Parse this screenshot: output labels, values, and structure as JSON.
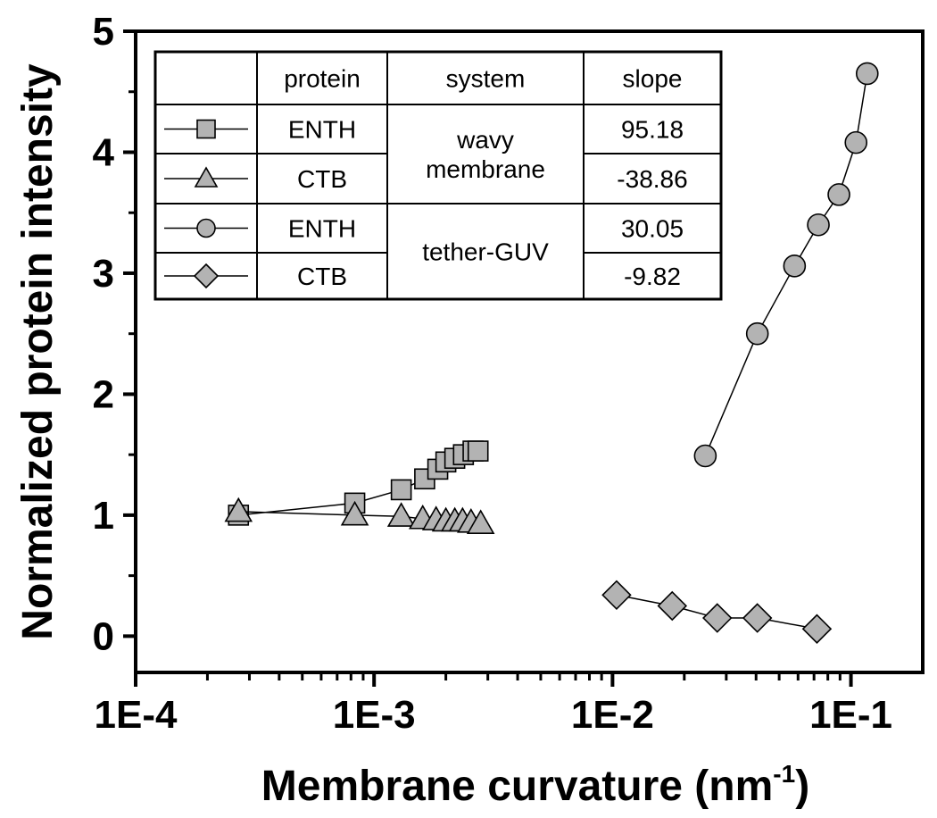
{
  "chart_data": {
    "type": "scatter",
    "xscale": "log",
    "xlabel": "Membrane curvature (nm",
    "xlabel_sup": "-1",
    "xlabel_suffix": ")",
    "ylabel": "Normalized protein intensity",
    "xlim": [
      0.0001,
      0.2
    ],
    "ylim": [
      -0.3,
      5
    ],
    "xticks": [
      {
        "value": 0.0001,
        "label": "1E-4"
      },
      {
        "value": 0.001,
        "label": "1E-3"
      },
      {
        "value": 0.01,
        "label": "1E-2"
      },
      {
        "value": 0.1,
        "label": "1E-1"
      }
    ],
    "yticks": [
      {
        "value": 0,
        "label": "0"
      },
      {
        "value": 1,
        "label": "1"
      },
      {
        "value": 2,
        "label": "2"
      },
      {
        "value": 3,
        "label": "3"
      },
      {
        "value": 4,
        "label": "4"
      },
      {
        "value": 5,
        "label": "5"
      }
    ],
    "grid": false,
    "legend": {
      "placement": "top-left",
      "headers": [
        "",
        "protein",
        "system",
        "slope"
      ],
      "rows": [
        {
          "marker": "square",
          "protein": "ENTH",
          "slope": "95.18"
        },
        {
          "marker": "triangle",
          "protein": "CTB",
          "slope": "-38.86"
        },
        {
          "marker": "circle",
          "protein": "ENTH",
          "slope": "30.05"
        },
        {
          "marker": "diamond",
          "protein": "CTB",
          "slope": "-9.82"
        }
      ],
      "systems": [
        {
          "lines": [
            "wavy",
            "membrane"
          ]
        },
        {
          "lines": [
            "tether-GUV"
          ]
        }
      ]
    },
    "series": [
      {
        "marker": "square",
        "color": "#b3b3b3",
        "x": [
          0.00027,
          0.00083,
          0.0013,
          0.00163,
          0.00185,
          0.002,
          0.00218,
          0.00237,
          0.0026,
          0.00273
        ],
        "y": [
          1.0,
          1.1,
          1.21,
          1.3,
          1.38,
          1.44,
          1.47,
          1.5,
          1.53,
          1.53
        ]
      },
      {
        "marker": "triangle",
        "color": "#b3b3b3",
        "x": [
          0.00027,
          0.00083,
          0.0013,
          0.0016,
          0.00182,
          0.002,
          0.00218,
          0.00235,
          0.00255,
          0.0028
        ],
        "y": [
          1.03,
          1.0,
          0.99,
          0.97,
          0.96,
          0.95,
          0.95,
          0.95,
          0.94,
          0.93
        ]
      },
      {
        "marker": "circle",
        "color": "#b3b3b3",
        "x": [
          0.0245,
          0.0405,
          0.058,
          0.073,
          0.089,
          0.105,
          0.117
        ],
        "y": [
          1.49,
          2.5,
          3.06,
          3.4,
          3.65,
          4.08,
          4.65
        ]
      },
      {
        "marker": "diamond",
        "color": "#b3b3b3",
        "x": [
          0.0104,
          0.0178,
          0.0275,
          0.0405,
          0.072
        ],
        "y": [
          0.34,
          0.25,
          0.15,
          0.15,
          0.06
        ]
      }
    ]
  }
}
